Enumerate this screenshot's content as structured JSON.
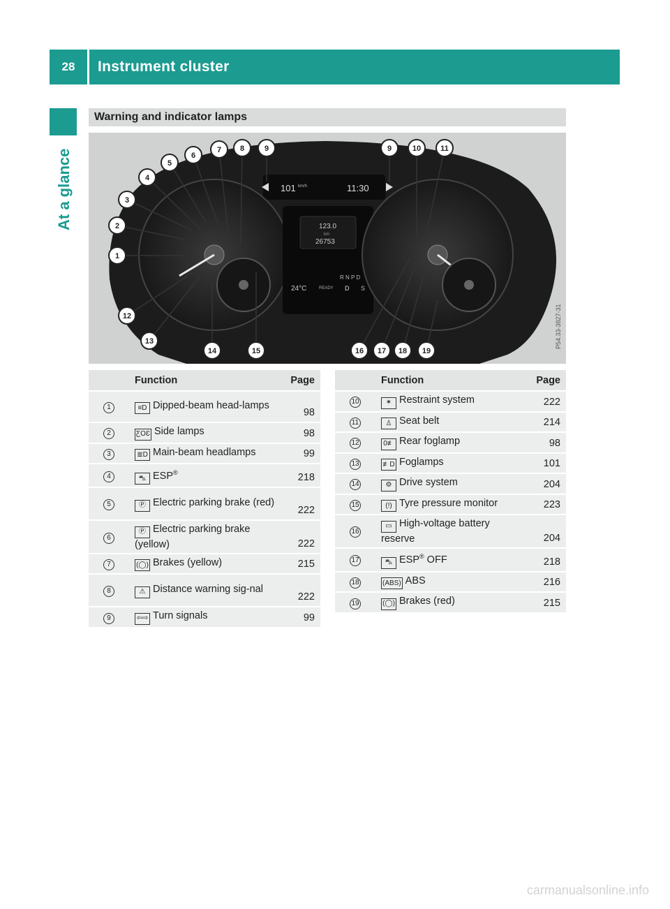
{
  "header": {
    "page_number": "28",
    "title": "Instrument cluster"
  },
  "side_label": "At a glance",
  "section_title": "Warning and indicator lamps",
  "figure": {
    "code": "P54.33-3827-31",
    "display": {
      "speed": "101",
      "speed_unit": "km/h",
      "time": "11:30",
      "trip": "123.0",
      "trip_unit": "km",
      "odo": "26753",
      "temp": "24°C",
      "ready": "READY",
      "gears": "R N P D",
      "drive": "D",
      "s": "S"
    },
    "callouts": [
      "1",
      "2",
      "3",
      "4",
      "5",
      "6",
      "7",
      "8",
      "9",
      "9",
      "10",
      "11",
      "12",
      "13",
      "14",
      "15",
      "16",
      "17",
      "18",
      "19"
    ],
    "colors": {
      "bezel": "#1a1a1a",
      "dial": "#2a2a2a",
      "needle": "#e8e8e8"
    }
  },
  "table_left": {
    "headers": {
      "function": "Function",
      "page": "Page"
    },
    "rows": [
      {
        "num": "1",
        "icon": "≡D",
        "text": "Dipped-beam head-lamps",
        "page": "98"
      },
      {
        "num": "2",
        "icon": "ƸOƐ",
        "text": "Side lamps",
        "page": "98"
      },
      {
        "num": "3",
        "icon": "≣D",
        "text": "Main-beam headlamps",
        "page": "99"
      },
      {
        "num": "4",
        "icon": "⛍",
        "text": "ESP",
        "page": "218"
      },
      {
        "num": "5",
        "icon": "Ⓟ",
        "text": "Electric parking brake (red)",
        "page": "222"
      },
      {
        "num": "6",
        "icon": "Ⓟ",
        "text": "Electric parking brake (yellow)",
        "page": "222"
      },
      {
        "num": "7",
        "icon": "(◯)",
        "text": "Brakes (yellow)",
        "page": "215"
      },
      {
        "num": "8",
        "icon": "⚠",
        "text": "Distance warning sig-nal",
        "page": "222"
      },
      {
        "num": "9",
        "icon": "⇦⇨",
        "text": "Turn signals",
        "page": "99"
      }
    ]
  },
  "table_right": {
    "headers": {
      "function": "Function",
      "page": "Page"
    },
    "rows": [
      {
        "num": "10",
        "icon": "✶",
        "text": "Restraint system",
        "page": "222"
      },
      {
        "num": "11",
        "icon": "♙",
        "text": "Seat belt",
        "page": "214"
      },
      {
        "num": "12",
        "icon": "0≢",
        "text": "Rear foglamp",
        "page": "98"
      },
      {
        "num": "13",
        "icon": "≢D",
        "text": "Foglamps",
        "page": "101"
      },
      {
        "num": "14",
        "icon": "⚙",
        "text": "Drive system",
        "page": "204"
      },
      {
        "num": "15",
        "icon": "(!)",
        "text": "Tyre pressure monitor",
        "page": "223"
      },
      {
        "num": "16",
        "icon": "▭",
        "text": "High-voltage battery reserve",
        "page": "204"
      },
      {
        "num": "17",
        "icon": "⛍",
        "text": "ESP OFF",
        "page": "218"
      },
      {
        "num": "18",
        "icon": "(ABS)",
        "text": "ABS",
        "page": "216"
      },
      {
        "num": "19",
        "icon": "(◯)",
        "text": "Brakes (red)",
        "page": "215"
      }
    ]
  },
  "watermark": "carmanualsonline.info"
}
